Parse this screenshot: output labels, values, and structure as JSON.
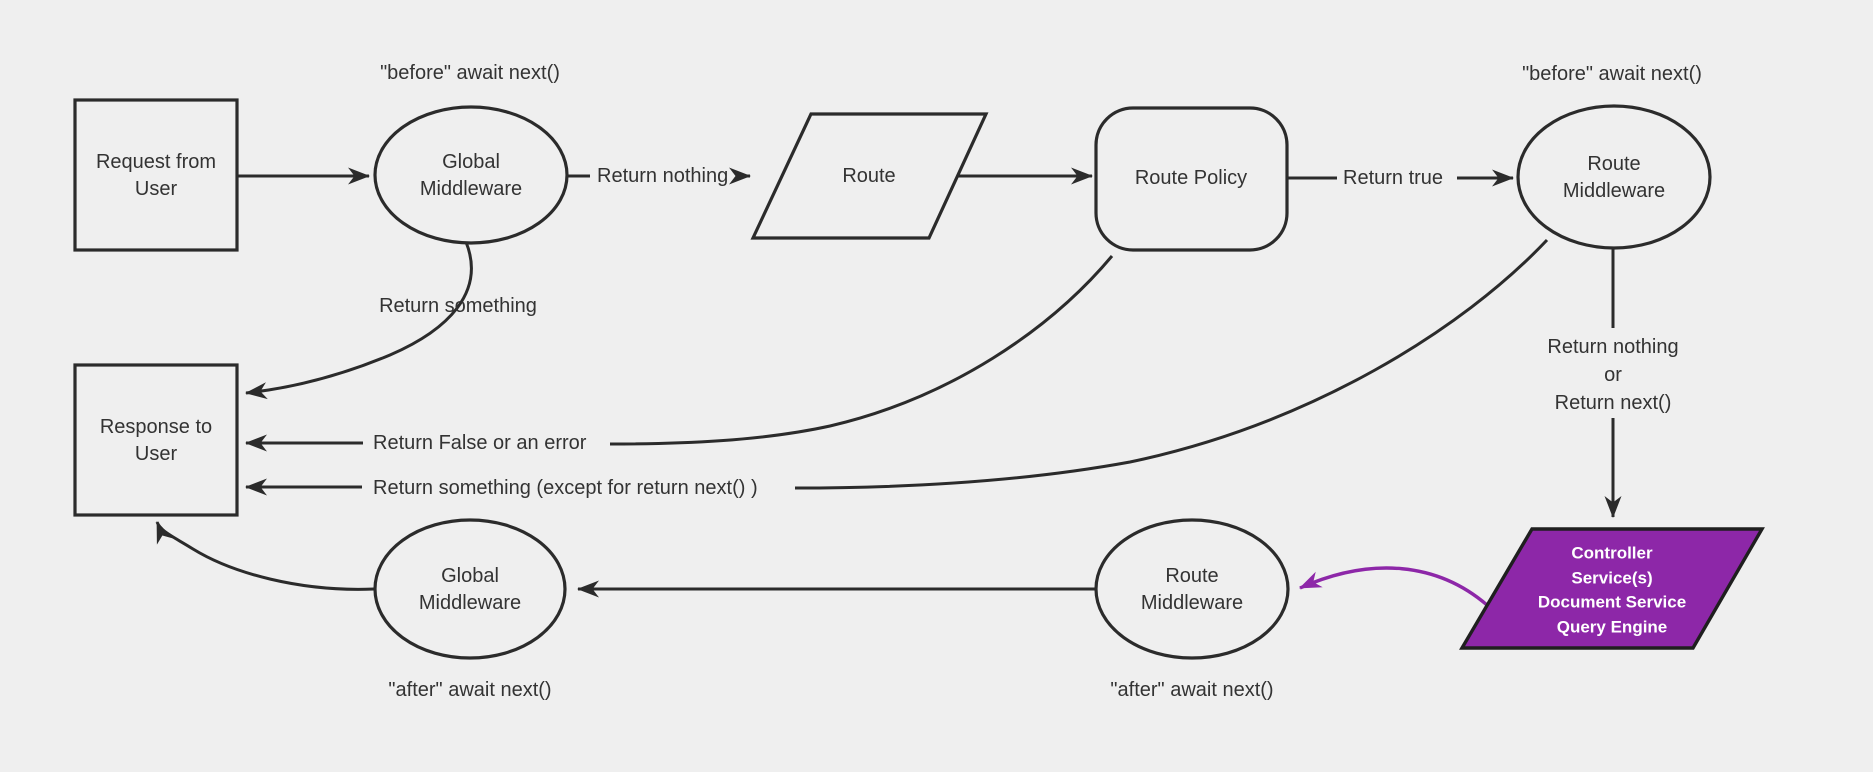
{
  "diagram": {
    "colors": {
      "background": "#efefef",
      "line": "#2b2b2b",
      "text": "#333333",
      "accent_purple": "#8d27a8"
    },
    "nodes": {
      "request": {
        "line1": "Request from",
        "line2": "User"
      },
      "global_middleware_before": {
        "line1": "Global",
        "line2": "Middleware"
      },
      "route": {
        "label": "Route"
      },
      "route_policy": {
        "label": "Route Policy"
      },
      "route_middleware_before": {
        "line1": "Route",
        "line2": "Middleware"
      },
      "response": {
        "line1": "Response to",
        "line2": "User"
      },
      "global_middleware_after": {
        "line1": "Global",
        "line2": "Middleware"
      },
      "route_middleware_after": {
        "line1": "Route",
        "line2": "Middleware"
      },
      "controller": {
        "line1": "Controller",
        "line2": "Service(s)",
        "line3": "Document Service",
        "line4": "Query Engine"
      }
    },
    "labels": {
      "before_await_left": "\"before\" await next()",
      "before_await_right": "\"before\" await next()",
      "after_await_left": "\"after\" await next()",
      "after_await_right": "\"after\" await next()",
      "return_nothing": "Return nothing",
      "return_true": "Return true",
      "return_something": "Return something",
      "return_false_or_error": "Return False or an error",
      "return_something_except": "Return something (except for return next() )",
      "return_nothing_or_line1": "Return nothing",
      "return_nothing_or_line2": "or",
      "return_nothing_or_line3": "Return next()"
    }
  }
}
